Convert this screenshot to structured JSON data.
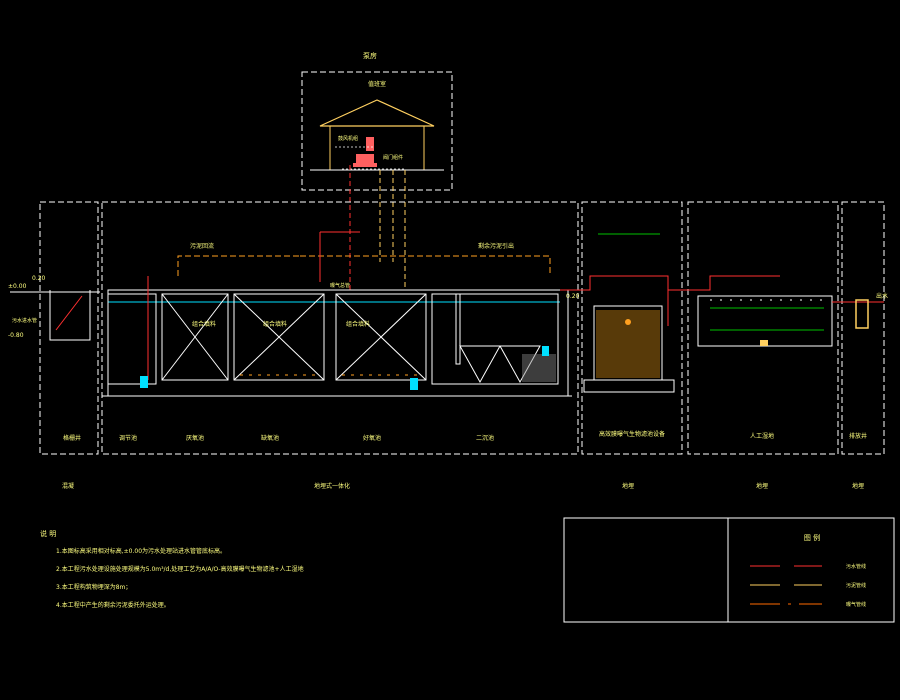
{
  "colors": {
    "background": "#000000",
    "line": "#ffffff",
    "text": "#ffff80",
    "sewage": "#ff3030",
    "sludge": "#ffd060",
    "aeration": "#ff6a00",
    "water": "#00e0ff",
    "green": "#00c000",
    "orange": "#ffa020"
  },
  "top": {
    "room_label": "泵房",
    "house_label": "值班室",
    "blower_label": "鼓风机组",
    "valve_label": "阀门组件"
  },
  "pipes": {
    "sludge_return": "污泥回流",
    "sludge_outlet": "剩余污泥引出",
    "aeration_main": "曝气总管"
  },
  "levels": {
    "left_top": "±0.00",
    "left_high": "0.20",
    "left_low": "-0.80",
    "right": "0.20",
    "inlet": "污水进水管"
  },
  "tanks": {
    "bio1": "组合填料",
    "bio2": "组合填料",
    "bio3": "组合填料"
  },
  "bottom_labels": {
    "grid_well": "格栅井",
    "adjust": "调节池",
    "anaerobic": "厌氧池",
    "anoxic": "缺氧池",
    "aerobic": "好氧池",
    "settle": "二沉池",
    "mbr": "高效膜曝气生物滤池设备",
    "wetland": "人工湿地",
    "outfall": "排放井",
    "outlet": "出水"
  },
  "sections": {
    "s1": "混凝",
    "s2": "地埋式一体化",
    "s3": "地埋",
    "s4": "地埋",
    "s5": "地埋"
  },
  "notes": {
    "title": "说  明",
    "items": [
      "1.本图标高采用相对标高,±0.00为污水处理站进水管管底标高。",
      "2.本工程污水处理设施处理规模为5.0m³/d,处理工艺为A/A/O-高效膜曝气生物滤池+人工湿地",
      "3.本工程构筑物埋深为8m；",
      "4.本工程中产生的剩余污泥委托外运处理。"
    ]
  },
  "legend": {
    "title": "图  例",
    "items": [
      {
        "label": "污水管线",
        "color": "#ff3030",
        "style": "solid"
      },
      {
        "label": "污泥管线",
        "color": "#ffd060",
        "style": "solid"
      },
      {
        "label": "曝气管线",
        "color": "#ff6a00",
        "style": "dashed"
      }
    ]
  }
}
